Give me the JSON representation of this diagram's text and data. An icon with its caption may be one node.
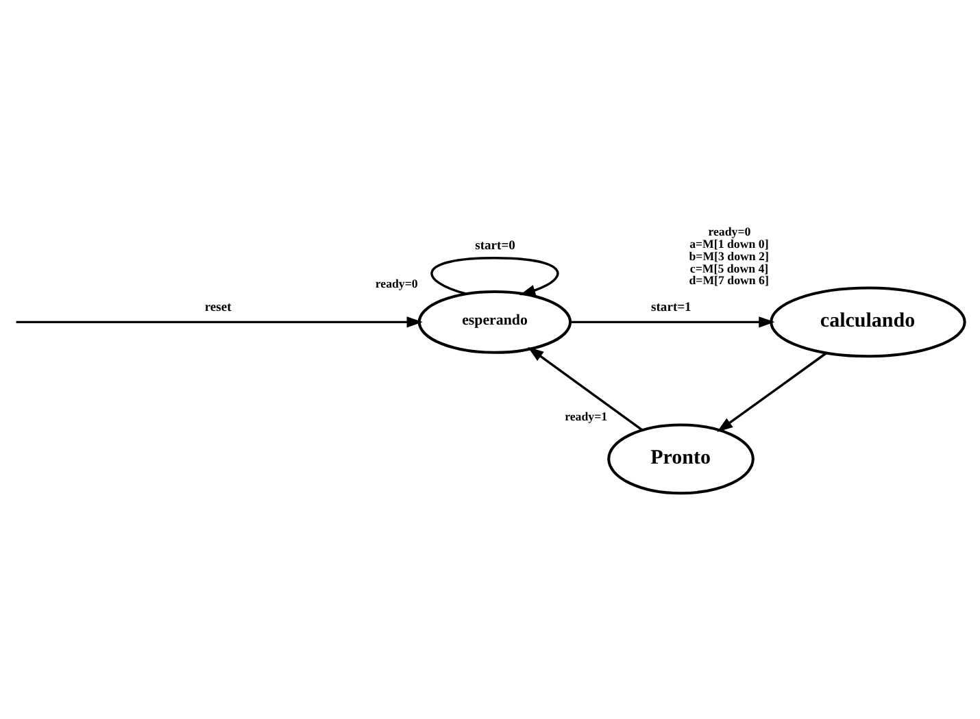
{
  "diagram": {
    "nodes": [
      {
        "text": [
          "esperando"
        ],
        "beside": [
          "ready=0"
        ]
      },
      {
        "text": [
          "calculando"
        ],
        "beside": [
          "ready=0",
          "a=M[1 down 0]",
          "b=M[3 down 2]",
          "c=M[5 down 4]",
          "d=M[7 down 6]"
        ]
      },
      {
        "text": [
          "Pronto"
        ],
        "beside": [
          "ready=1"
        ]
      }
    ],
    "edges": [
      {
        "from": null,
        "to": 0,
        "arrow": "to",
        "label": "reset"
      },
      {
        "from": 0,
        "to": 0,
        "arrow": "to",
        "label": "start=0"
      },
      {
        "from": 0,
        "to": 1,
        "arrow": "to",
        "label": "start=1"
      },
      {
        "from": 1,
        "to": 2,
        "arrow": "to"
      },
      {
        "from": 2,
        "to": 0,
        "arrow": "to"
      }
    ]
  }
}
